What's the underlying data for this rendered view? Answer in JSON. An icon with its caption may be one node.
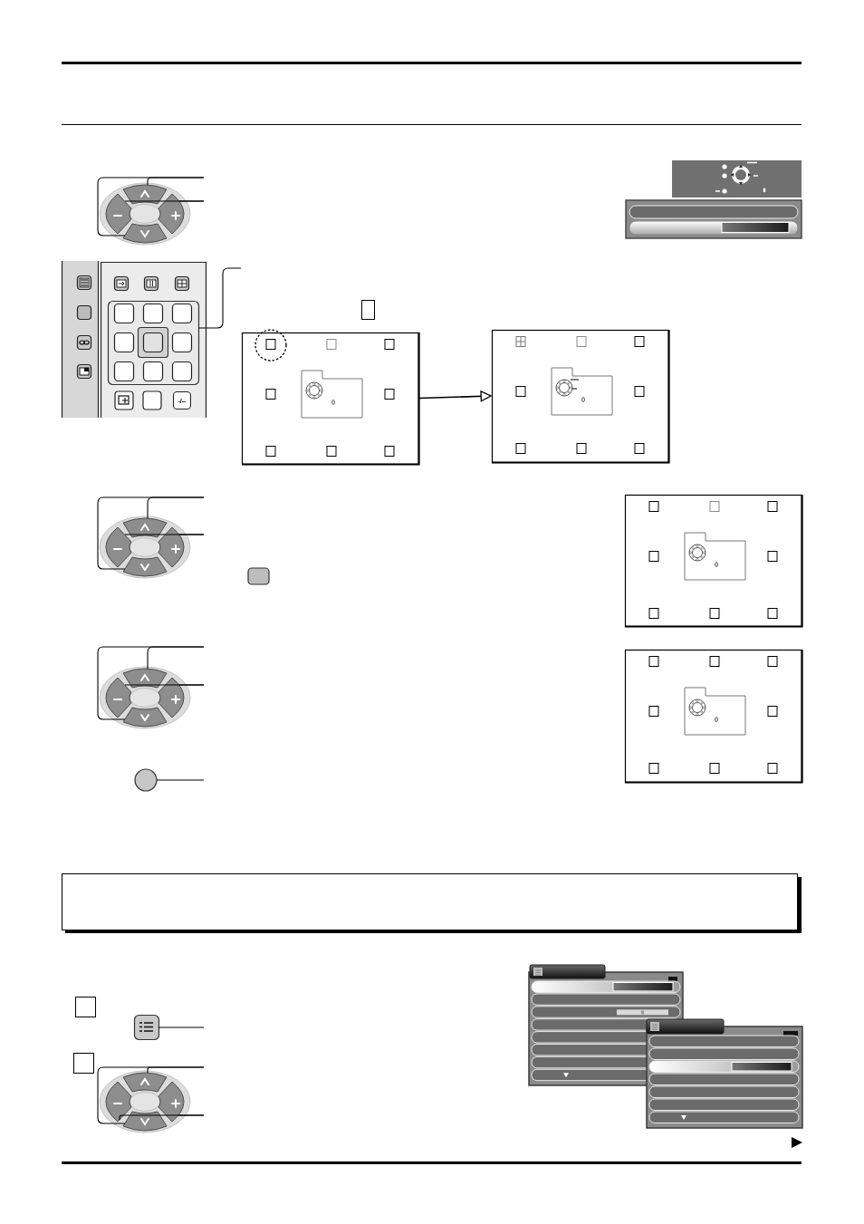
{
  "diagram": {
    "nodes": [
      {
        "text": [],
        "shape": "button"
      },
      {
        "text": [],
        "shape": "button"
      },
      {
        "text": [],
        "shape": "button"
      },
      {
        "text": [],
        "shape": "button"
      },
      {
        "text": [],
        "shape": "box"
      },
      {
        "text": [],
        "shape": "box"
      },
      {
        "text": [],
        "shape": "box"
      },
      {
        "text": [],
        "shape": "button"
      },
      {
        "text": [],
        "shape": "button"
      },
      {
        "text": [],
        "shape": "button"
      },
      {
        "text": [],
        "shape": "button"
      },
      {
        "text": [],
        "shape": "box"
      },
      {
        "text": [],
        "shape": "button"
      },
      {
        "text": [],
        "shape": "button"
      },
      {
        "text": [],
        "shape": "button"
      },
      {
        "text": [],
        "shape": "button"
      },
      {
        "text": [],
        "shape": "box"
      },
      {
        "text": [],
        "shape": "circle"
      },
      {
        "text": [],
        "shape": "box"
      },
      {
        "text": [],
        "shape": "button"
      },
      {
        "text": [],
        "shape": "button"
      },
      {
        "text": [],
        "shape": "button"
      },
      {
        "text": [],
        "shape": "button"
      }
    ],
    "edges": [
      {
        "from": null,
        "to": 0,
        "arrow": "none"
      },
      {
        "from": null,
        "to": 3,
        "arrow": "none"
      },
      {
        "from": null,
        "to": 1,
        "arrow": "none"
      },
      {
        "from": null,
        "to": 2,
        "arrow": "none"
      },
      {
        "from": null,
        "to": 4,
        "arrow": "none"
      },
      {
        "from": 5,
        "to": 6,
        "arrow": "to"
      },
      {
        "from": null,
        "to": 7,
        "arrow": "none"
      },
      {
        "from": null,
        "to": 10,
        "arrow": "none"
      },
      {
        "from": null,
        "to": 8,
        "arrow": "none"
      },
      {
        "from": null,
        "to": 9,
        "arrow": "none"
      },
      {
        "from": null,
        "to": 12,
        "arrow": "none"
      },
      {
        "from": null,
        "to": 15,
        "arrow": "none"
      },
      {
        "from": null,
        "to": 13,
        "arrow": "none"
      },
      {
        "from": null,
        "to": 14,
        "arrow": "none"
      },
      {
        "from": null,
        "to": 17,
        "arrow": "none"
      },
      {
        "from": null,
        "to": 18,
        "arrow": "none"
      },
      {
        "from": null,
        "to": 19,
        "arrow": "none"
      },
      {
        "from": null,
        "to": 22,
        "arrow": "none"
      },
      {
        "from": null,
        "to": 20,
        "arrow": "none"
      },
      {
        "from": null,
        "to": 21,
        "arrow": "none"
      }
    ],
    "labels": [
      "-/--"
    ]
  }
}
